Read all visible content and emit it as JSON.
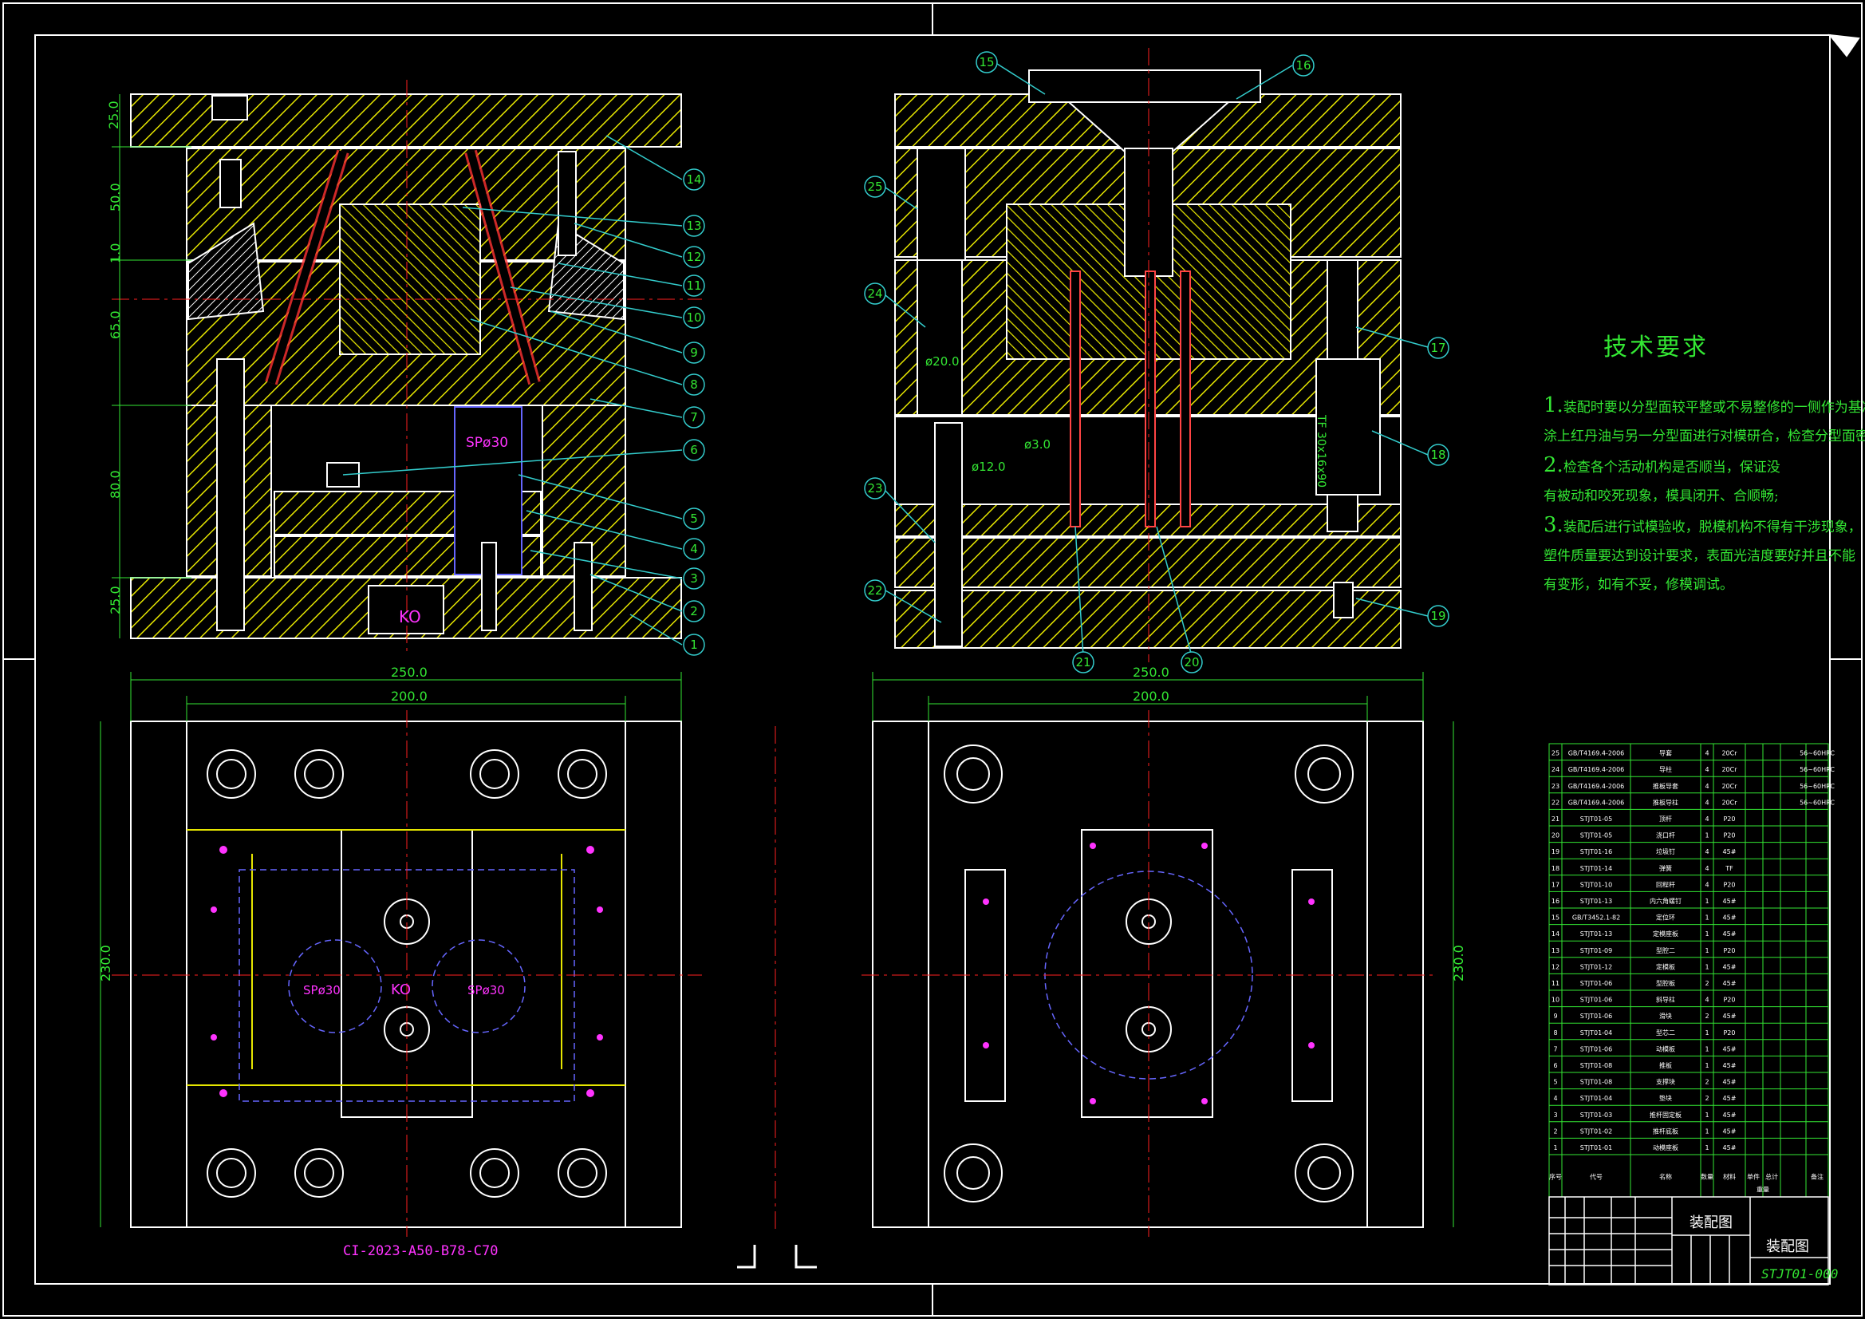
{
  "tech_requirements": {
    "title": "技术要求",
    "items": [
      {
        "num": "1.",
        "line1": "装配时要以分型面较平整或不易整修的一侧作为基准,",
        "line2": "涂上红丹油与另一分型面进行对模研合，检查分型面密合情况;"
      },
      {
        "num": "2.",
        "line1": "检查各个活动机构是否顺当，保证没",
        "line2": "有被动和咬死现象，模具闭开、合顺畅;"
      },
      {
        "num": "3.",
        "line1": "装配后进行试模验收，脱模机构不得有干涉现象，",
        "line2": "塑件质量要达到设计要求，表面光洁度要好并且不能"
      },
      {
        "num": "",
        "line1": "有变形，如有不妥，修模调试。",
        "line2": ""
      }
    ]
  },
  "drawing_code": "CI-2023-A50-B78-C70",
  "dimensions": {
    "left_heights": [
      "25.0",
      "50.0",
      "1.0",
      "65.0",
      "80.0",
      "25.0"
    ],
    "left_width_outer": "250.0",
    "left_width_inner": "200.0",
    "left_height_plan": "230.0",
    "right_width_outer": "250.0",
    "right_width_inner": "200.0",
    "right_height_plan": "230.0",
    "dia_20": "ø20.0",
    "dia_12": "ø12.0",
    "dia_3": "ø3.0",
    "spring": "TF 30x16x90",
    "sp_left": "SPø30",
    "sp_plan_left": "SPø30",
    "sp_plan_right": "SPø30",
    "ko": "KO",
    "ko_plan": "KO"
  },
  "balloons_left": [
    "14",
    "13",
    "12",
    "11",
    "10",
    "9",
    "8",
    "7",
    "6",
    "5",
    "4",
    "3",
    "2",
    "1"
  ],
  "balloons_right": [
    "15",
    "16",
    "25",
    "24",
    "17",
    "23",
    "18",
    "22",
    "21",
    "20",
    "19"
  ],
  "bom": {
    "rows": [
      {
        "no": "25",
        "code": "GB/T4169.4-2006",
        "name": "导套",
        "qty": "4",
        "mat": "20Cr",
        "note": "56~60HRC"
      },
      {
        "no": "24",
        "code": "GB/T4169.4-2006",
        "name": "导柱",
        "qty": "4",
        "mat": "20Cr",
        "note": "56~60HRC"
      },
      {
        "no": "23",
        "code": "GB/T4169.4-2006",
        "name": "推板导套",
        "qty": "4",
        "mat": "20Cr",
        "note": "56~60HRC"
      },
      {
        "no": "22",
        "code": "GB/T4169.4-2006",
        "name": "推板导柱",
        "qty": "4",
        "mat": "20Cr",
        "note": "56~60HRC"
      },
      {
        "no": "21",
        "code": "STJT01-05",
        "name": "顶杆",
        "qty": "4",
        "mat": "P20",
        "note": ""
      },
      {
        "no": "20",
        "code": "STJT01-05",
        "name": "浇口杆",
        "qty": "1",
        "mat": "P20",
        "note": ""
      },
      {
        "no": "19",
        "code": "STJT01-16",
        "name": "垃圾钉",
        "qty": "4",
        "mat": "45#",
        "note": ""
      },
      {
        "no": "18",
        "code": "STJT01-14",
        "name": "弹簧",
        "qty": "4",
        "mat": "TF",
        "note": ""
      },
      {
        "no": "17",
        "code": "STJT01-10",
        "name": "回程杆",
        "qty": "4",
        "mat": "P20",
        "note": ""
      },
      {
        "no": "16",
        "code": "STJT01-13",
        "name": "内六角螺钉",
        "qty": "1",
        "mat": "45#",
        "note": ""
      },
      {
        "no": "15",
        "code": "GB/T3452.1-82",
        "name": "定位环",
        "qty": "1",
        "mat": "45#",
        "note": ""
      },
      {
        "no": "14",
        "code": "STJT01-13",
        "name": "定模座板",
        "qty": "1",
        "mat": "45#",
        "note": ""
      },
      {
        "no": "13",
        "code": "STJT01-09",
        "name": "型腔二",
        "qty": "1",
        "mat": "P20",
        "note": ""
      },
      {
        "no": "12",
        "code": "STJT01-12",
        "name": "定模板",
        "qty": "1",
        "mat": "45#",
        "note": ""
      },
      {
        "no": "11",
        "code": "STJT01-06",
        "name": "型腔板",
        "qty": "2",
        "mat": "45#",
        "note": ""
      },
      {
        "no": "10",
        "code": "STJT01-06",
        "name": "斜导柱",
        "qty": "4",
        "mat": "P20",
        "note": ""
      },
      {
        "no": "9",
        "code": "STJT01-06",
        "name": "滑块",
        "qty": "2",
        "mat": "45#",
        "note": ""
      },
      {
        "no": "8",
        "code": "STJT01-04",
        "name": "型芯二",
        "qty": "1",
        "mat": "P20",
        "note": ""
      },
      {
        "no": "7",
        "code": "STJT01-06",
        "name": "动模板",
        "qty": "1",
        "mat": "45#",
        "note": ""
      },
      {
        "no": "6",
        "code": "STJT01-08",
        "name": "推板",
        "qty": "1",
        "mat": "45#",
        "note": ""
      },
      {
        "no": "5",
        "code": "STJT01-08",
        "name": "支撑块",
        "qty": "2",
        "mat": "45#",
        "note": ""
      },
      {
        "no": "4",
        "code": "STJT01-04",
        "name": "垫块",
        "qty": "2",
        "mat": "45#",
        "note": ""
      },
      {
        "no": "3",
        "code": "STJT01-03",
        "name": "推杆固定板",
        "qty": "1",
        "mat": "45#",
        "note": ""
      },
      {
        "no": "2",
        "code": "STJT01-02",
        "name": "推杆底板",
        "qty": "1",
        "mat": "45#",
        "note": ""
      },
      {
        "no": "1",
        "code": "STJT01-01",
        "name": "动模座板",
        "qty": "1",
        "mat": "45#",
        "note": ""
      }
    ],
    "header": {
      "no": "序号",
      "code": "代号",
      "name": "名称",
      "qty": "数量",
      "mat": "材料",
      "w1": "单件",
      "w2": "总计",
      "weight": "重量",
      "note": "备注"
    }
  },
  "title_block": {
    "title_top": "装配图",
    "title_main": "装配图",
    "code": "STJT01-000"
  },
  "colors": {
    "background": "#000000",
    "hatch": "#e6e600",
    "outline": "#ffffff",
    "dimension": "#33e633",
    "centerline": "#ff2020",
    "leader": "#33cccc",
    "hidden": "#6666ff",
    "bolt": "#ff33ff"
  }
}
